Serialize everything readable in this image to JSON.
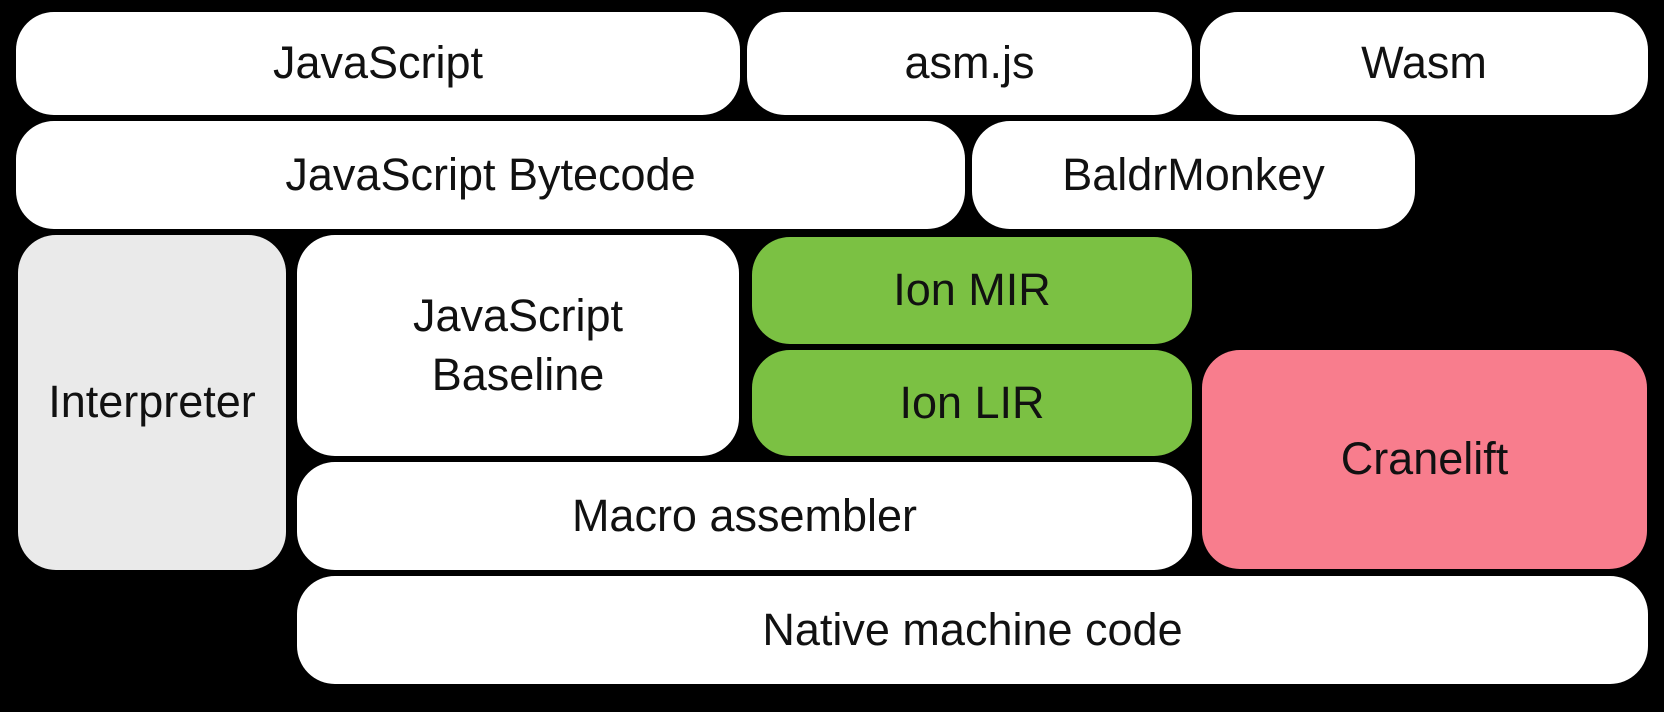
{
  "diagram": {
    "background_color": "#000000",
    "text_color": "#111111",
    "box_colors": {
      "white": "#ffffff",
      "gray": "#eaeaea",
      "green": "#7bc143",
      "pink": "#f87d8d"
    },
    "boxes": [
      {
        "id": "javascript",
        "label": "JavaScript",
        "color": "#ffffff"
      },
      {
        "id": "asmjs",
        "label": "asm.js",
        "color": "#ffffff"
      },
      {
        "id": "wasm",
        "label": "Wasm",
        "color": "#ffffff"
      },
      {
        "id": "javascript-bytecode",
        "label": "JavaScript Bytecode",
        "color": "#ffffff"
      },
      {
        "id": "baldrmonkey",
        "label": "BaldrMonkey",
        "color": "#ffffff"
      },
      {
        "id": "interpreter",
        "label": "Interpreter",
        "color": "#eaeaea"
      },
      {
        "id": "javascript-baseline",
        "label": "JavaScript\nBaseline",
        "color": "#ffffff"
      },
      {
        "id": "ion-mir",
        "label": "Ion MIR",
        "color": "#7bc143"
      },
      {
        "id": "ion-lir",
        "label": "Ion LIR",
        "color": "#7bc143"
      },
      {
        "id": "cranelift",
        "label": "Cranelift",
        "color": "#f87d8d"
      },
      {
        "id": "macro-assembler",
        "label": "Macro assembler",
        "color": "#ffffff"
      },
      {
        "id": "native-machine-code",
        "label": "Native machine code",
        "color": "#ffffff"
      }
    ]
  }
}
